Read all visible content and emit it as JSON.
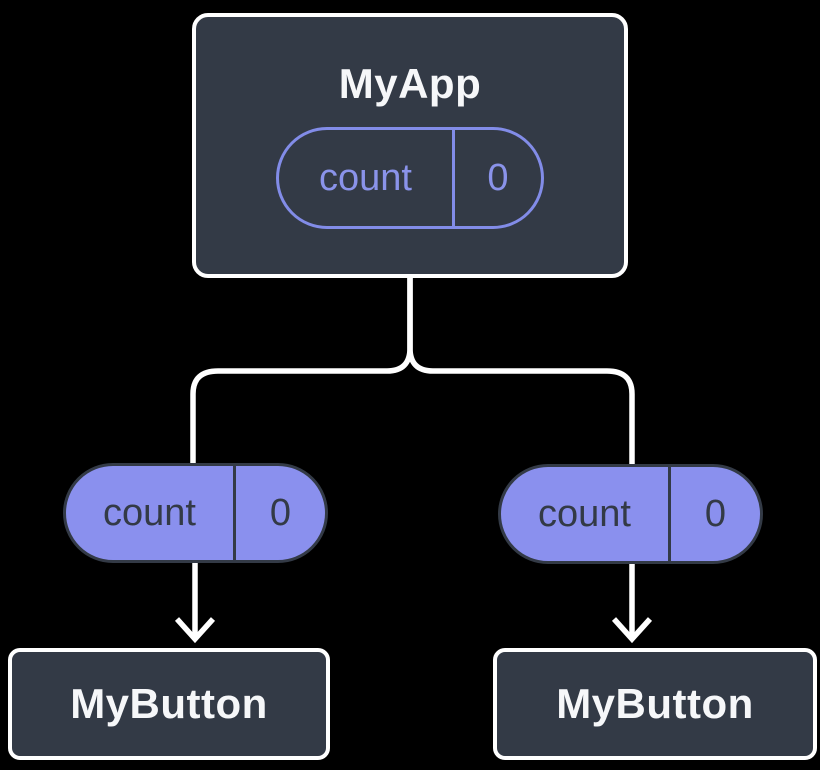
{
  "diagram": {
    "description": "component-tree-state-sharing",
    "root": {
      "title": "MyApp",
      "state": {
        "name": "count",
        "value": "0"
      }
    },
    "branches": [
      {
        "state": {
          "name": "count",
          "value": "0"
        },
        "child": {
          "title": "MyButton"
        }
      },
      {
        "state": {
          "name": "count",
          "value": "0"
        },
        "child": {
          "title": "MyButton"
        }
      }
    ],
    "colors": {
      "background": "#000000",
      "node_fill": "#333a46",
      "node_border": "#ffffff",
      "pill_fill": "#8a90ee",
      "pill_outline": "#828ce8",
      "text_light": "#f6f7f9",
      "text_dark": "#333a46",
      "connector": "#ffffff"
    }
  }
}
